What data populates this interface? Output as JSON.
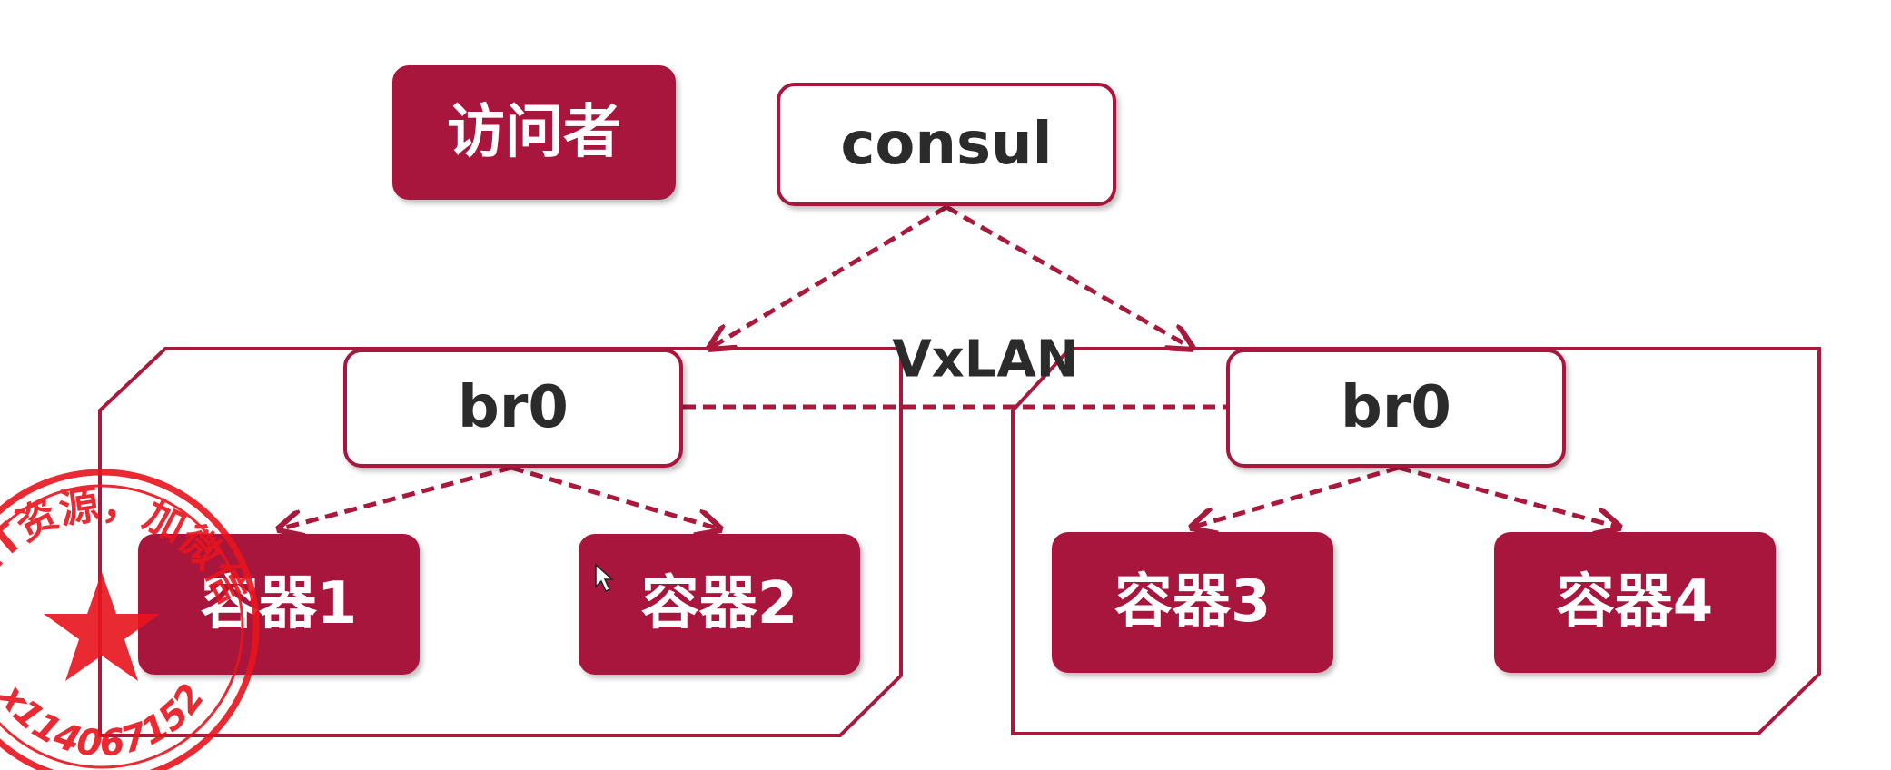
{
  "nodes": {
    "visitor": "访问者",
    "consul": "consul",
    "bridge_left": "br0",
    "bridge_right": "br0",
    "container_1": "容器1",
    "container_2": "容器2",
    "container_3": "容器3",
    "container_4": "容器4"
  },
  "link_label": "VxLAN",
  "stamp": {
    "text": "多IT资源，加微信",
    "id": "x114067152"
  },
  "colors": {
    "accent": "#a8193c",
    "dark_text": "#2b2b2b",
    "white": "#ffffff",
    "stamp_red": "#e8141c"
  }
}
